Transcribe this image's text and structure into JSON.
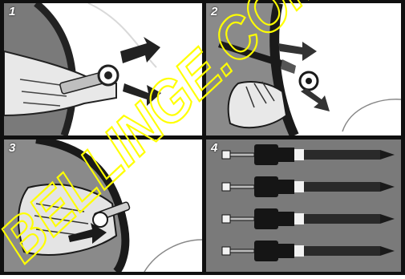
{
  "steps": [
    {
      "number": "1",
      "description": "wrench loosening bolt"
    },
    {
      "number": "2",
      "description": "screwdriver removing screw"
    },
    {
      "number": "3",
      "description": "hand removing bolt"
    },
    {
      "number": "4",
      "description": "four screw-rod components"
    }
  ],
  "watermark": {
    "text": "BELLINGE.COM"
  },
  "colors": {
    "ink": "#101010",
    "paper": "#ffffff",
    "watermark": "#ffff00"
  }
}
